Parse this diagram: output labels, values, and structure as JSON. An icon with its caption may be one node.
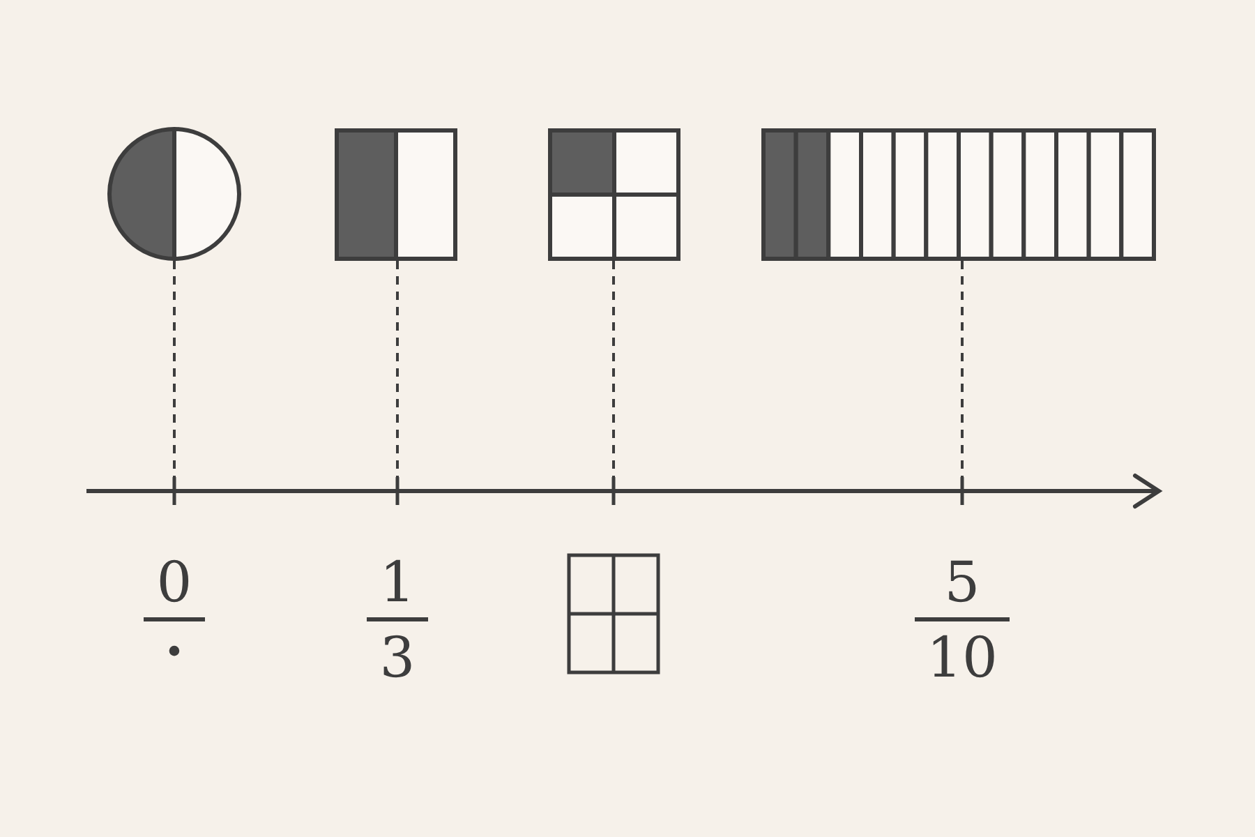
{
  "diagram": {
    "nodes": [
      {
        "text": [],
        "shape": "circle"
      },
      {
        "text": [],
        "shape": "box"
      },
      {
        "text": [],
        "shape": "box"
      },
      {
        "text": [],
        "shape": "bar"
      }
    ],
    "edges": [
      {
        "from": 0,
        "to": null,
        "arrow": "none",
        "style": "dashed"
      },
      {
        "from": 1,
        "to": null,
        "arrow": "none",
        "style": "dashed"
      },
      {
        "from": 2,
        "to": null,
        "arrow": "none",
        "style": "dashed"
      },
      {
        "from": 3,
        "to": null,
        "arrow": "none",
        "style": "dashed"
      }
    ],
    "labels": [
      "0",
      "·",
      "1",
      "3",
      "5",
      "10"
    ]
  }
}
